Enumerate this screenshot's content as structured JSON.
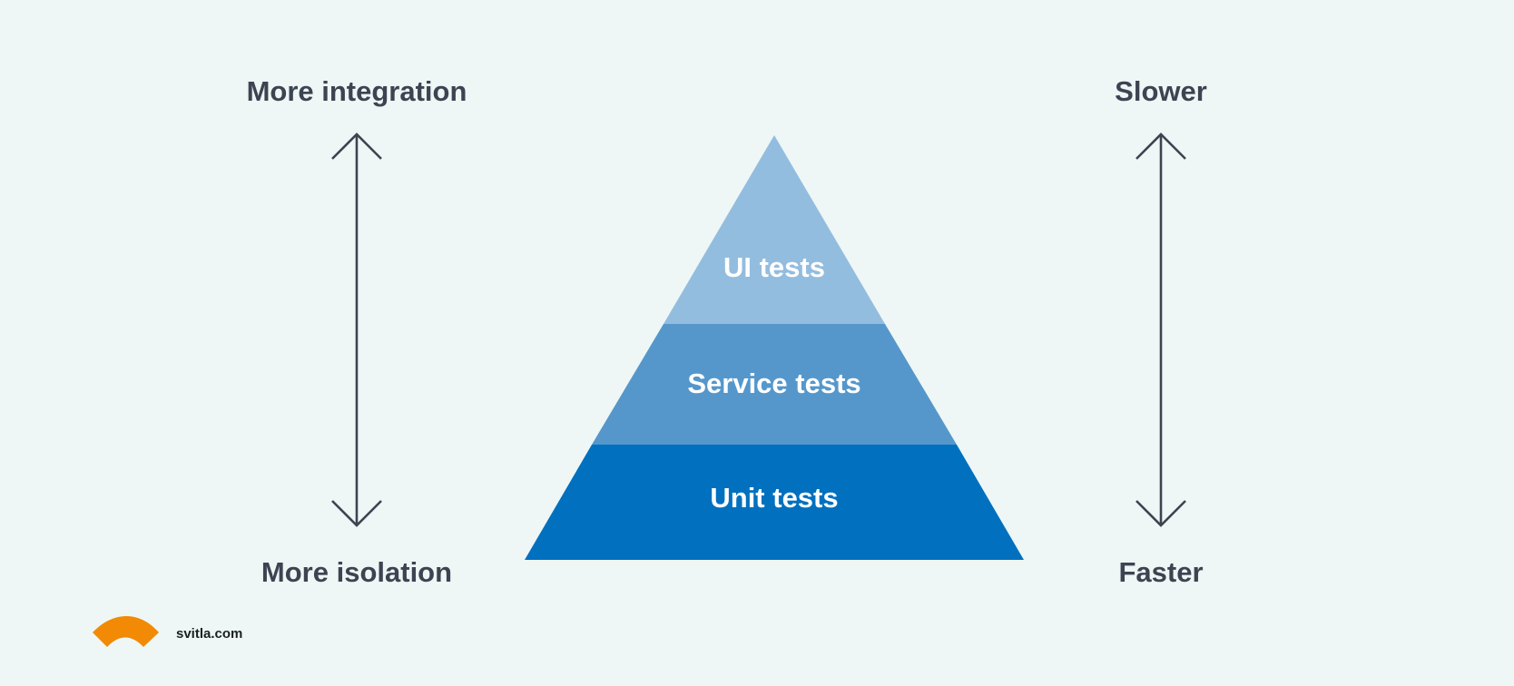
{
  "left_axis": {
    "top_label": "More integration",
    "bottom_label": "More isolation"
  },
  "right_axis": {
    "top_label": "Slower",
    "bottom_label": "Faster"
  },
  "pyramid": {
    "tiers": [
      {
        "label": "UI tests",
        "color": "#93BDDF"
      },
      {
        "label": "Service tests",
        "color": "#5597CB"
      },
      {
        "label": "Unit tests",
        "color": "#0070BF"
      }
    ]
  },
  "brand": {
    "text": "svitla.com",
    "logo": "svitla-arc-logo",
    "logo_color": "#F28A05"
  },
  "colors": {
    "background": "#EEF7F6",
    "text": "#3D4451",
    "arrow": "#3D4451",
    "tier_text": "#FFFFFF",
    "brand_text": "#1B1F24"
  }
}
